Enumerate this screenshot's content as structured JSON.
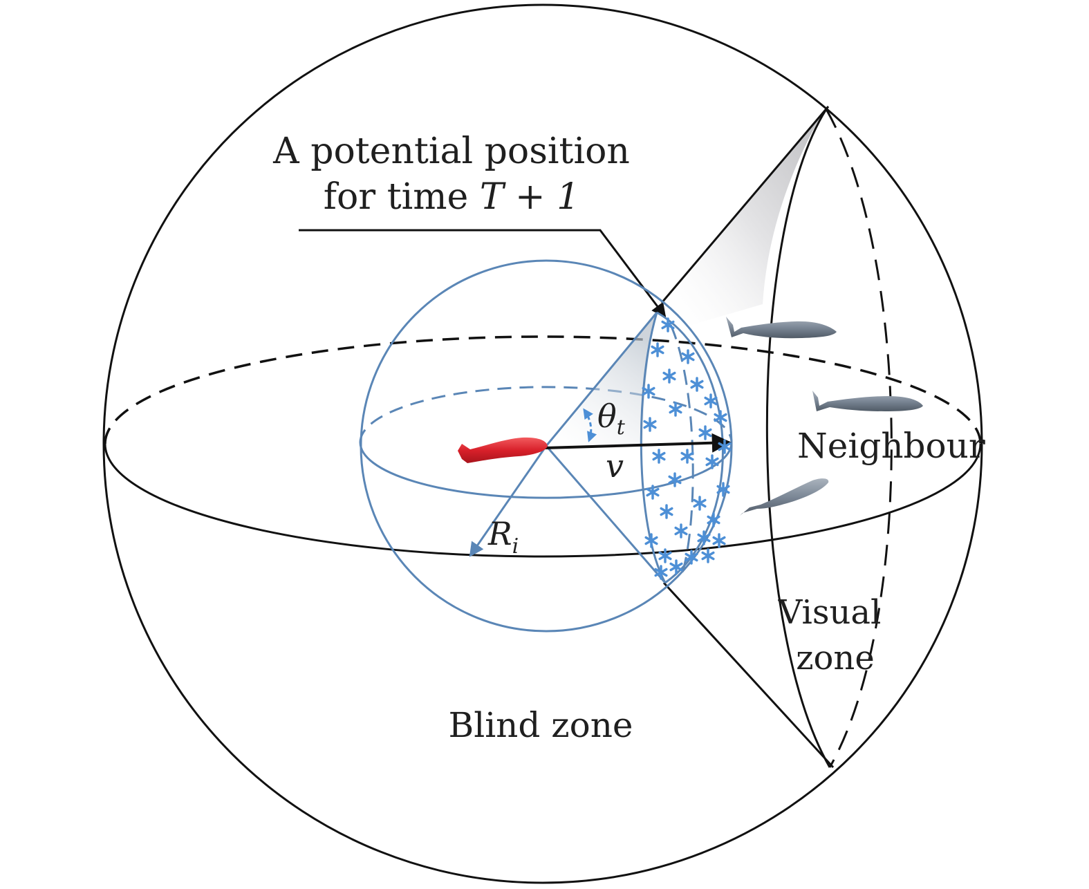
{
  "colors": {
    "outline": "#111111",
    "blue": "#5a86b6",
    "asterisk": "#4d8fd6",
    "red_fish": "#d8202a",
    "grey_fish": "#7e8a98",
    "cone_shade": "#c9c9cc"
  },
  "labels": {
    "callout_line1": "A potential position",
    "callout_line2_prefix": "for time ",
    "callout_line2_math": "T + 1",
    "theta_symbol": "θ",
    "theta_sub": "t",
    "velocity": "v",
    "radius_symbol": "R",
    "radius_sub": "i",
    "neighbour": "Neighbour",
    "visual_line1": "Visual",
    "visual_line2": "zone",
    "blind": "Blind zone"
  },
  "elements": {
    "focal_fish": "red-fish-icon",
    "neighbour_fish": [
      "grey-fish-icon",
      "grey-fish-icon",
      "grey-fish-icon"
    ],
    "candidate_marker": "asterisk-icon",
    "candidate_count": 30
  }
}
